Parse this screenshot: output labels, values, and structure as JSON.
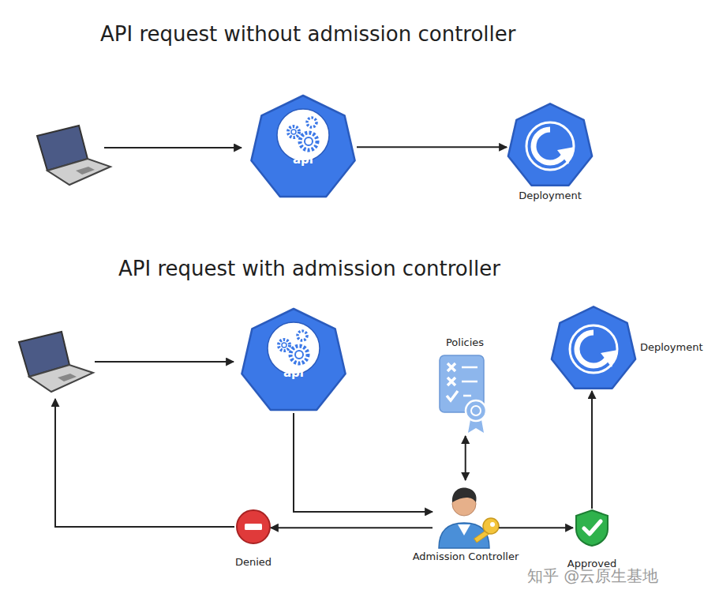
{
  "diagram": {
    "nodes": [
      {
        "text": [
          "api"
        ]
      },
      {
        "text": [
          "Deployment"
        ]
      },
      {
        "text": [
          "api"
        ]
      },
      {
        "text": [
          "Policies"
        ]
      },
      {
        "text": [
          "Deployment"
        ]
      },
      {
        "text": [
          "Admission Controller"
        ]
      },
      {
        "text": [
          "Denied"
        ]
      },
      {
        "text": [
          "Approved"
        ]
      }
    ],
    "edges": [
      {
        "from": 0,
        "to": 1,
        "arrow": "to"
      },
      {
        "from": 2,
        "to": 5,
        "arrow": "to"
      },
      {
        "from": 3,
        "to": 5,
        "arrow": "both"
      },
      {
        "from": 5,
        "to": 6,
        "arrow": "to"
      },
      {
        "from": 5,
        "to": 7,
        "arrow": "to"
      },
      {
        "from": 7,
        "to": 4,
        "arrow": "to"
      }
    ],
    "labels": [
      "API request without admission controller",
      "API request with admission controller",
      "知乎 @云原生基地"
    ]
  }
}
